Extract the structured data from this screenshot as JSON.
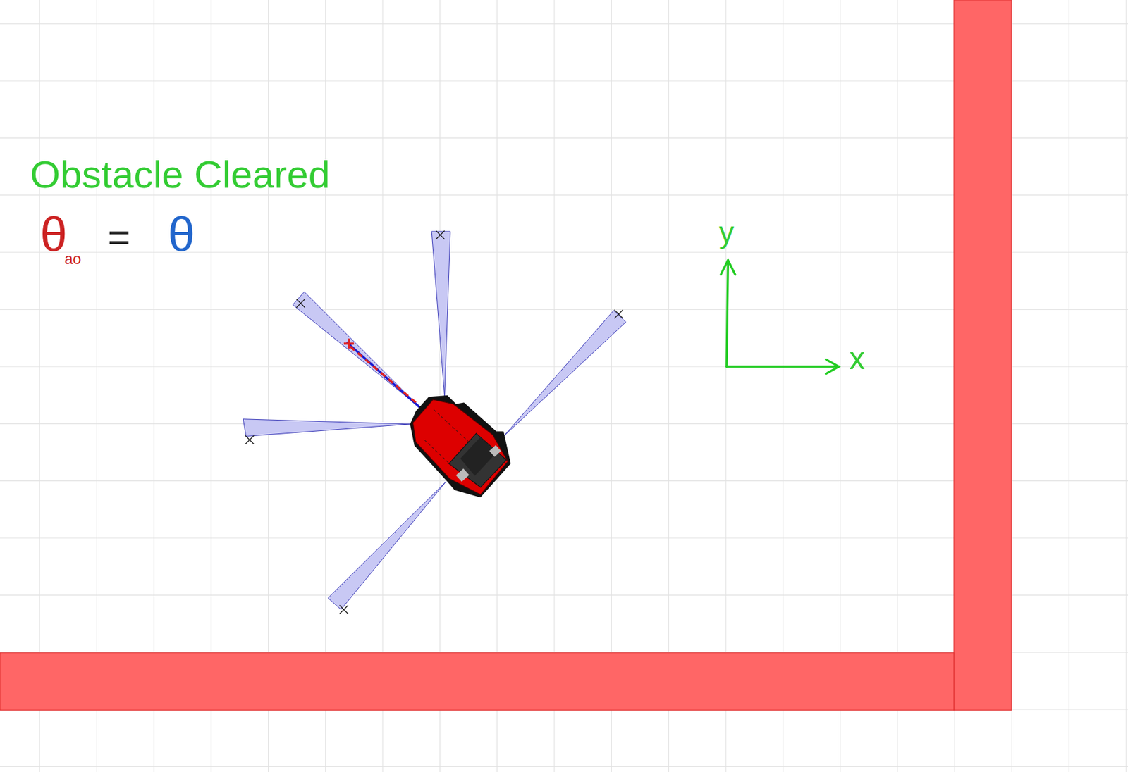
{
  "diagram": {
    "labels": [
      "Obstacle Cleared",
      "θ",
      "ao",
      "=",
      "θ",
      "y",
      "x"
    ]
  }
}
